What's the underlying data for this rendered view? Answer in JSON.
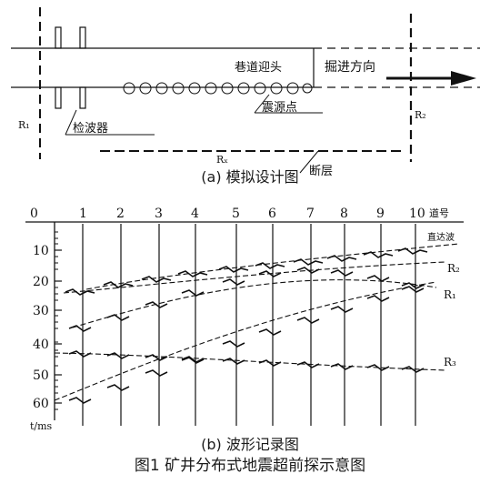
{
  "panel_a": {
    "tunnel_face_label": "巷道迎头",
    "direction_label": "掘进方向",
    "receiver_label": "检波器",
    "source_label": "震源点",
    "fault_label": "断层",
    "r1_label": "R₁",
    "r2_label": "R₂",
    "rx_label": "Rₓ",
    "caption": "(a) 模拟设计图"
  },
  "panel_b": {
    "trace_numbers": [
      "0",
      "1",
      "2",
      "3",
      "4",
      "5",
      "6",
      "7",
      "8",
      "9",
      "10"
    ],
    "channel_label": "道号",
    "time_ticks": [
      "10",
      "20",
      "30",
      "40",
      "50",
      "60"
    ],
    "time_unit": "t/ms",
    "direct_wave_label": "直达波",
    "r2_label": "R₂",
    "r1_label": "R₁",
    "r3_label": "R₃",
    "caption": "(b) 波形记录图"
  },
  "figure_caption": "图1 矿井分布式地震超前探示意图"
}
